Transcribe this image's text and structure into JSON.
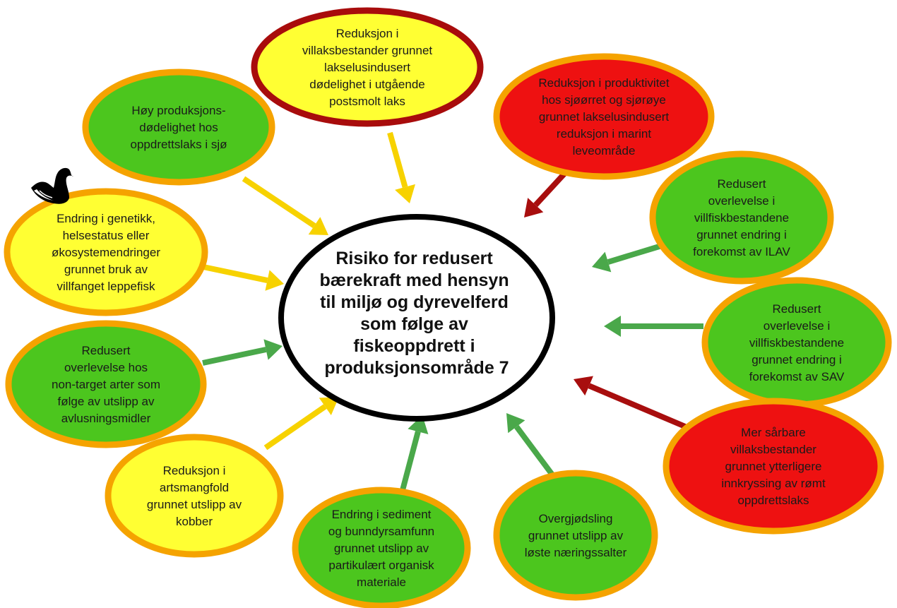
{
  "colors": {
    "green": "#4cc61e",
    "yellow": "#ffff33",
    "red": "#ee1111",
    "orange_border": "#f5a300",
    "dark_red_border": "#a80c0c",
    "arrow_yellow": "#f7d200",
    "arrow_green": "#4aa84a",
    "arrow_red": "#a80e0e"
  },
  "center": {
    "lines": [
      "Risiko for redusert",
      "bærekraft med hensyn",
      "til miljø og dyrevelferd",
      "som følge av",
      "fiskeoppdrett i",
      "produksjonsområde 7"
    ]
  },
  "swan_icon": "black-swan-icon",
  "nodes": [
    {
      "id": "villaks-lakselus",
      "fill": "yellow",
      "border": "dark_red",
      "arrow": "yellow",
      "lines": [
        "Reduksjon i",
        "villaksbestander grunnet",
        "lakselusindusert",
        "dødelighet i utgående",
        "postsmolt laks"
      ]
    },
    {
      "id": "sjoorret-sjoroye",
      "fill": "red",
      "border": "orange",
      "arrow": "red",
      "lines": [
        "Reduksjon i produktivitet",
        "hos sjøørret og sjørøye",
        "grunnet lakselusindusert",
        "reduksjon i marint",
        "leveområde"
      ]
    },
    {
      "id": "ilav",
      "fill": "green",
      "border": "orange",
      "arrow": "green",
      "lines": [
        "Redusert",
        "overlevelse i",
        "villfiskbestandene",
        "grunnet endring i",
        "forekomst av ILAV"
      ]
    },
    {
      "id": "sav",
      "fill": "green",
      "border": "orange",
      "arrow": "green",
      "lines": [
        "Redusert",
        "overlevelse i",
        "villfiskbestandene",
        "grunnet endring i",
        "forekomst av SAV"
      ]
    },
    {
      "id": "romt-oppdrettslaks",
      "fill": "red",
      "border": "orange",
      "arrow": "red",
      "lines": [
        "Mer sårbare",
        "villaksbestander",
        "grunnet ytterligere",
        "innkryssing av rømt",
        "oppdrettslaks"
      ]
    },
    {
      "id": "overgjodsling",
      "fill": "green",
      "border": "orange",
      "arrow": "green",
      "lines": [
        "Overgjødsling",
        "grunnet utslipp av",
        "løste næringssalter"
      ]
    },
    {
      "id": "sediment",
      "fill": "green",
      "border": "orange",
      "arrow": "green",
      "lines": [
        "Endring i sediment",
        "og bunndyrsamfunn",
        "grunnet utslipp av",
        "partikulært organisk",
        "materiale"
      ]
    },
    {
      "id": "kobber",
      "fill": "yellow",
      "border": "orange",
      "arrow": "yellow",
      "lines": [
        "Reduksjon i",
        "artsmangfold",
        "grunnet utslipp av",
        "kobber"
      ]
    },
    {
      "id": "avlusningsmidler",
      "fill": "green",
      "border": "orange",
      "arrow": "green",
      "lines": [
        "Redusert",
        "overlevelse hos",
        "non-target arter som",
        "følge av utslipp av",
        "avlusningsmidler"
      ]
    },
    {
      "id": "leppefisk",
      "fill": "yellow",
      "border": "orange",
      "arrow": "yellow",
      "lines": [
        "Endring i genetikk,",
        "helsestatus  eller",
        "økosystemendringer",
        "grunnet bruk av",
        "villfanget leppefisk"
      ]
    },
    {
      "id": "produksjonsdodelighet",
      "fill": "green",
      "border": "orange",
      "arrow": "yellow",
      "lines": [
        "Høy produksjons-",
        "dødelighet hos",
        "oppdrettslaks i sjø"
      ]
    }
  ]
}
